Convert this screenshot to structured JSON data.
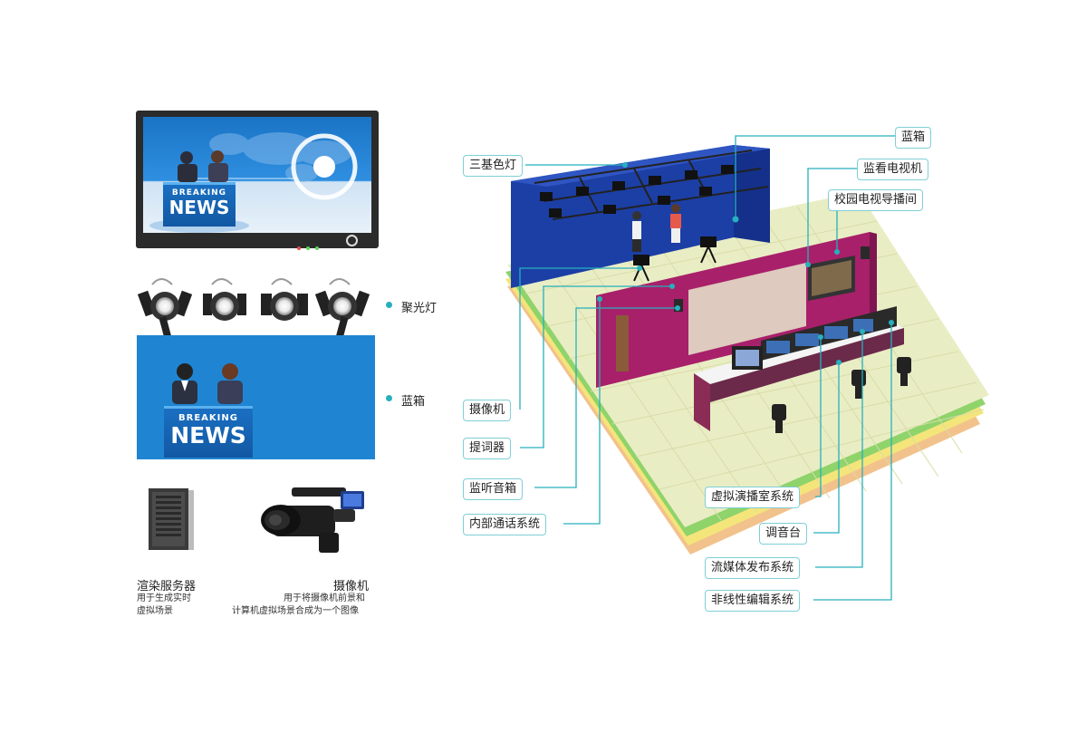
{
  "left": {
    "tv": {
      "line1": "BREAKING",
      "line2": "NEWS"
    },
    "spotlight_label": "聚光灯",
    "bluebox_label": "蓝箱",
    "panel_news": {
      "line1": "BREAKING",
      "line2": "NEWS"
    },
    "server": {
      "title": "渲染服务器",
      "desc1": "用于生成实时",
      "desc2": "虚拟场景"
    },
    "camera": {
      "title": "摄像机",
      "desc1": "用于将摄像机前景和",
      "desc2": "计算机虚拟场景合成为一个图像"
    }
  },
  "callouts": {
    "rgb_light": "三基色灯",
    "bluebox": "蓝箱",
    "monitor_tv": "监看电视机",
    "campus_tv": "校园电视导播间",
    "camera": "摄像机",
    "prompter": "提词器",
    "monitor_speaker": "监听音箱",
    "intercom": "内部通话系统",
    "virtual_studio": "虚拟演播室系统",
    "mixer": "调音台",
    "streaming": "流媒体发布系统",
    "nle": "非线性编辑系统"
  },
  "colors": {
    "accent_line": "#27b0bd",
    "bluebox_wall": "#1c3fa6",
    "magenta_wall": "#a8206a",
    "floor": "#e9edc4"
  }
}
